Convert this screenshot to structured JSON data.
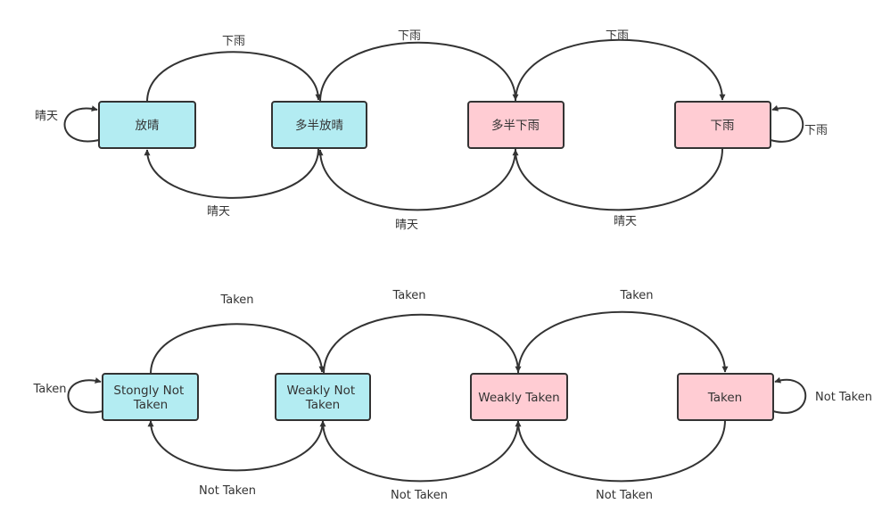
{
  "colors": {
    "cyan_fill": "#b3ecf2",
    "pink_fill": "#ffccd3",
    "stroke": "#333333"
  },
  "weather_diagram": {
    "states": [
      {
        "label": "放晴",
        "fill": "cyan"
      },
      {
        "label": "多半放晴",
        "fill": "cyan"
      },
      {
        "label": "多半下雨",
        "fill": "pink"
      },
      {
        "label": "下雨",
        "fill": "pink"
      }
    ],
    "forward_label": "下雨",
    "backward_label": "晴天",
    "self_loop_first_label": "晴天",
    "self_loop_last_label": "下雨"
  },
  "branch_diagram": {
    "states": [
      {
        "label_lines": [
          "Stongly Not",
          "Taken"
        ],
        "fill": "cyan"
      },
      {
        "label_lines": [
          "Weakly Not",
          "Taken"
        ],
        "fill": "cyan"
      },
      {
        "label_lines": [
          "Weakly Taken"
        ],
        "fill": "pink"
      },
      {
        "label_lines": [
          "Taken"
        ],
        "fill": "pink"
      }
    ],
    "forward_label": "Taken",
    "backward_label": "Not Taken",
    "self_loop_first_label": "Taken",
    "self_loop_last_label": "Not Taken"
  }
}
